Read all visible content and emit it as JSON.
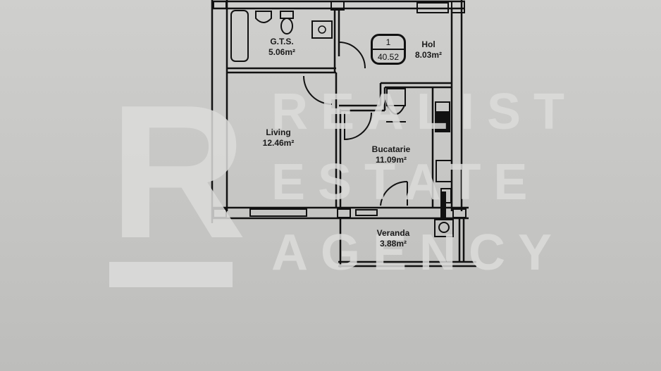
{
  "watermark": {
    "logo_letter": "R",
    "lines": [
      "REALIST",
      "ESTATE",
      "AGENCY"
    ]
  },
  "unit": {
    "number": "1",
    "total_area": "40.52"
  },
  "rooms": [
    {
      "name": "G.T.S.",
      "area": "5.06m²"
    },
    {
      "name": "Hol",
      "area": "8.03m²"
    },
    {
      "name": "Living",
      "area": "12.46m²"
    },
    {
      "name": "Bucatarie",
      "area": "11.09m²"
    },
    {
      "name": "Veranda",
      "area": "3.88m²"
    }
  ],
  "colors": {
    "background": "#c8c8c6",
    "walls": "#111111",
    "watermark": "#dcdcda"
  }
}
